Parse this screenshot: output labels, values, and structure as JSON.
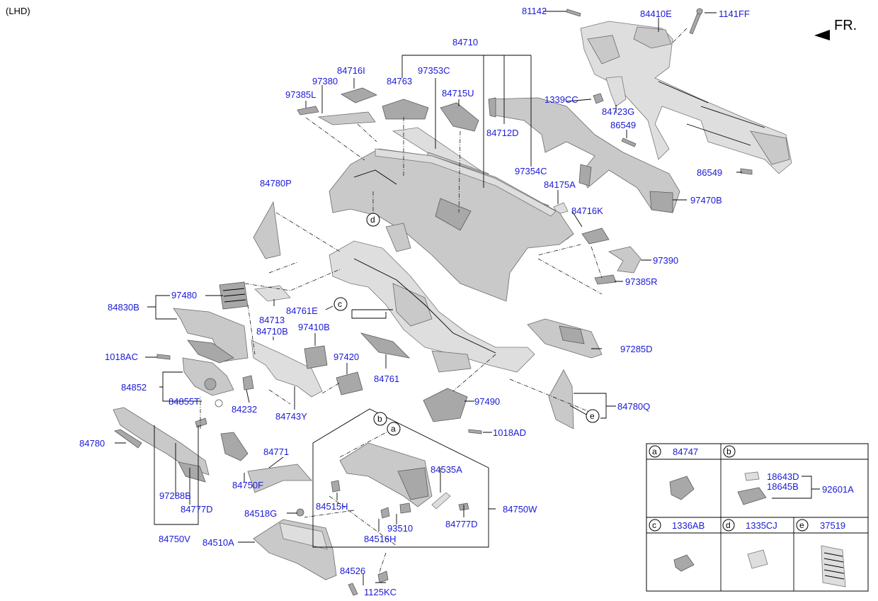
{
  "header": {
    "variant": "(LHD)",
    "direction": "FR."
  },
  "callouts": {
    "p81142": "81142",
    "p84410E": "84410E",
    "p1141FF": "1141FF",
    "p84710": "84710",
    "p84716I": "84716I",
    "p97380": "97380",
    "p97385L": "97385L",
    "p84763": "84763",
    "p97353C": "97353C",
    "p84715U": "84715U",
    "p1339CC": "1339CC",
    "p84723G": "84723G",
    "p86549a": "86549",
    "p86549b": "86549",
    "p84712D": "84712D",
    "p97354C": "97354C",
    "p84175A": "84175A",
    "p97470B": "97470B",
    "p84780P": "84780P",
    "p84716K": "84716K",
    "p97390": "97390",
    "p97385R": "97385R",
    "p97480": "97480",
    "p84830B": "84830B",
    "p84713": "84713",
    "p84761E": "84761E",
    "p84710B": "84710B",
    "p97410B": "97410B",
    "p97285D": "97285D",
    "p1018AC": "1018AC",
    "p97420": "97420",
    "p84761": "84761",
    "p84852": "84852",
    "p84855T": "84855T",
    "p84232": "84232",
    "p84743Y": "84743Y",
    "p97490": "97490",
    "p84780Q": "84780Q",
    "p1018AD": "1018AD",
    "p84780": "84780",
    "p84771": "84771",
    "p84535A": "84535A",
    "p84750F": "84750F",
    "p97288B": "97288B",
    "p84777D_l": "84777D",
    "p84515H": "84515H",
    "p84750W": "84750W",
    "p84518G": "84518G",
    "p93510": "93510",
    "p84777D_r": "84777D",
    "p84516H": "84516H",
    "p84750V": "84750V",
    "p84510A": "84510A",
    "p84526": "84526",
    "p1125KC": "1125KC"
  },
  "circle_refs": {
    "a1": "a",
    "b1": "b",
    "c1": "c",
    "d1": "d",
    "e1": "e"
  },
  "legend": {
    "a": {
      "key": "a",
      "part": "84747"
    },
    "b": {
      "key": "b",
      "part": "",
      "sub1": "18643D",
      "sub2": "18645B",
      "assy": "92601A"
    },
    "c": {
      "key": "c",
      "part": "1336AB"
    },
    "d": {
      "key": "d",
      "part": "1335CJ"
    },
    "e": {
      "key": "e",
      "part": "37519"
    }
  },
  "colors": {
    "callout": "#1a1ad6",
    "part_fill": "#c9c9c9",
    "line": "#000000"
  }
}
